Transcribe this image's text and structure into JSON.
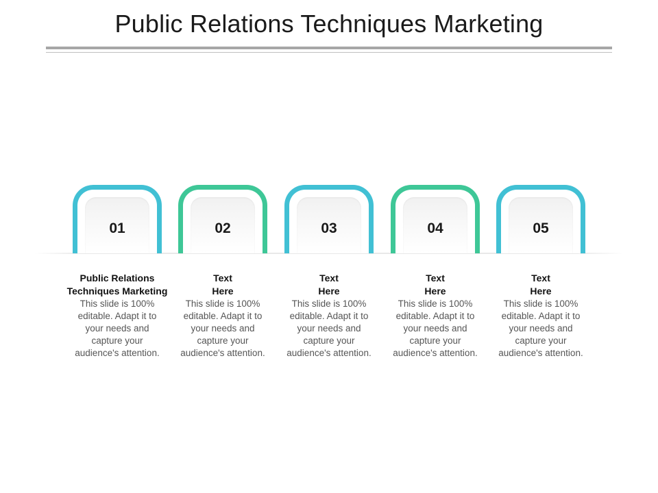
{
  "slide": {
    "title": "Public Relations Techniques Marketing"
  },
  "colors": {
    "accent_blue": "#41c0d4",
    "accent_green": "#3ec797",
    "rule_gray": "#a6a6a6"
  },
  "steps": [
    {
      "number": "01",
      "frame_color": "blue",
      "heading_lines": [
        "Public Relations",
        "Techniques Marketing"
      ],
      "body_lines": [
        "This slide is 100%",
        "editable. Adapt it to",
        "your needs and",
        "capture your",
        "audience's attention."
      ]
    },
    {
      "number": "02",
      "frame_color": "green",
      "heading_lines": [
        "Text",
        "Here"
      ],
      "body_lines": [
        "This slide is 100%",
        "editable. Adapt it to",
        "your needs and",
        "capture your",
        "audience's attention."
      ]
    },
    {
      "number": "03",
      "frame_color": "blue",
      "heading_lines": [
        "Text",
        "Here"
      ],
      "body_lines": [
        "This slide is 100%",
        "editable. Adapt it to",
        "your needs and",
        "capture your",
        "audience's attention."
      ]
    },
    {
      "number": "04",
      "frame_color": "green",
      "heading_lines": [
        "Text",
        "Here"
      ],
      "body_lines": [
        "This slide is 100%",
        "editable. Adapt it to",
        "your needs and",
        "capture your",
        "audience's attention."
      ]
    },
    {
      "number": "05",
      "frame_color": "blue",
      "heading_lines": [
        "Text",
        "Here"
      ],
      "body_lines": [
        "This slide is 100%",
        "editable. Adapt it to",
        "your needs and",
        "capture your",
        "audience's attention."
      ]
    }
  ]
}
